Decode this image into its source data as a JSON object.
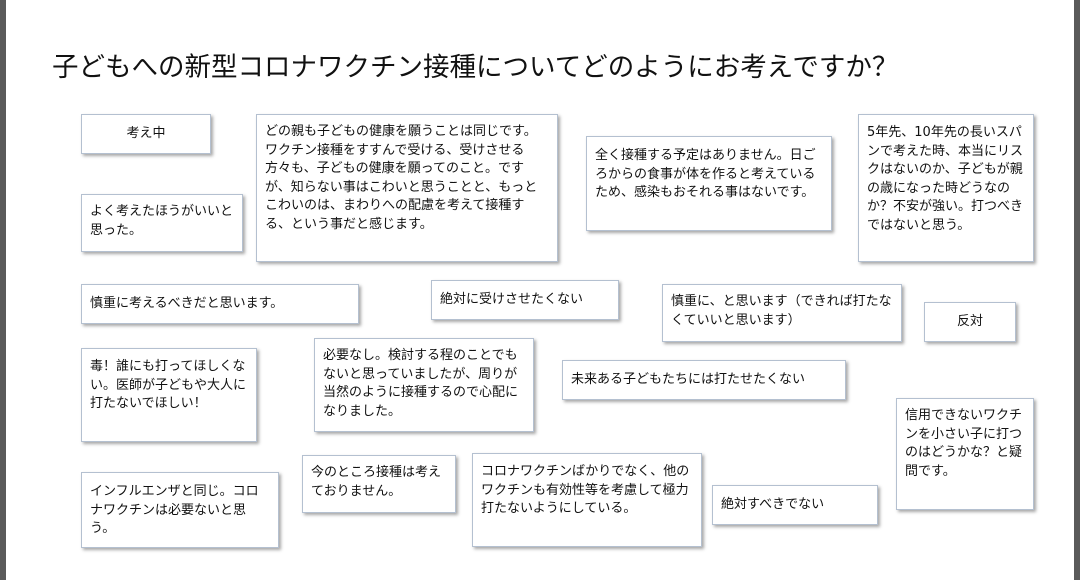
{
  "title": "子どもへの新型コロナワクチン接種についてどのようにお考えですか？",
  "responses": [
    "考え中",
    "どの親も子どもの健康を願うことは同じです。ワクチン接種をすすんで受ける、受けさせる方々も、子どもの健康を願ってのこと。ですが、知らない事はこわいと思うことと、もっとこわいのは、まわりへの配慮を考えて接種する、という事だと感じます。",
    "全く接種する予定はありません。日ごろからの食事が体を作ると考えているため、感染もおそれる事はないです。",
    "5年先、10年先の長いスパンで考えた時、本当にリスクはないのか、子どもが親の歳になった時どうなのか？不安が強い。打つべきではないと思う。",
    "よく考えたほうがいいと思った。",
    "慎重に考えるべきだと思います。",
    "絶対に受けさせたくない",
    "慎重に、と思います（できれば打たなくていいと思います）",
    "反対",
    "毒！誰にも打ってほしくない。医師が子どもや大人に打たないでほしい！",
    "必要なし。検討する程のことでもないと思っていましたが、周りが当然のように接種するので心配になりました。",
    "未来ある子どもたちには打たせたくない",
    "信用できないワクチンを小さい子に打つのはどうかな？と疑問です。",
    "今のところ接種は考えておりません。",
    "インフルエンザと同じ。コロナワクチンは必要ないと思う。",
    "コロナワクチンばかりでなく、他のワクチンも有効性等を考慮して極力打たないようにしている。",
    "絶対すべきでない"
  ]
}
